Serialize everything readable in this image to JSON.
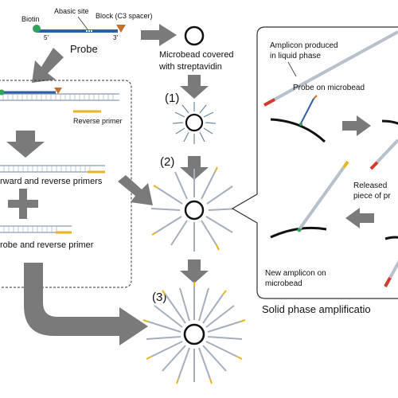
{
  "labels": {
    "biotin": "Biotin",
    "abasic": "Abasic site",
    "block": "Block (C3 spacer)",
    "five_prime": "5'",
    "three_prime": "3'",
    "probe": "Probe",
    "microbead_1": "Microbead covered",
    "microbead_2": "with streptavidin",
    "step1": "(1)",
    "step2": "(2)",
    "step3": "(3)",
    "reverse_primer": "Reverse primer",
    "fwd_rev_primers": "rward and reverse primers",
    "probe_rev_primer": "robe and reverse primer",
    "amplicon_liquid_1": "Amplicon produced",
    "amplicon_liquid_2": "in liquid phase",
    "probe_on_bead": "Probe on microbead",
    "released_1": "Released",
    "released_2": "piece of pr",
    "new_amplicon_1": "New amplicon on",
    "new_amplicon_2": "microbead",
    "solid_phase": "Solid phase amplificatio"
  },
  "colors": {
    "probe_blue": "#2f5ea8",
    "biotin_green": "#2fa35a",
    "block_orange": "#c8702a",
    "primer_yellow": "#e8b520",
    "amplicon_red": "#d63a2f",
    "arrow_gray": "#7a7a7a",
    "strand_gray": "#8a9bb0"
  }
}
